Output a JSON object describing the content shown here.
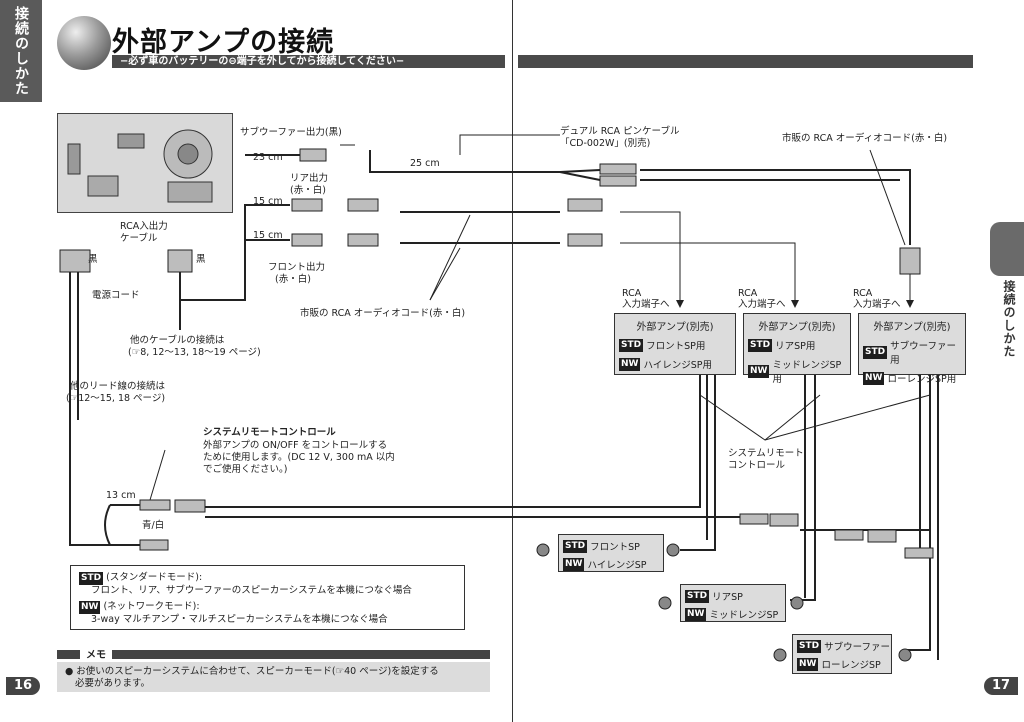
{
  "side_tab": "接続のしかた",
  "title": "外部アンプの接続",
  "subtitle": "−必ず車のバッテリーの⊖端子を外してから接続してください−",
  "labels": {
    "subwoofer_out": "サブウーファー出力(黒)",
    "len_23": "23 cm",
    "len_25": "25 cm",
    "rear_out_1": "リア出力",
    "rear_out_2": "(赤・白)",
    "len_15a": "15 cm",
    "len_15b": "15 cm",
    "front_out_1": "フロント出力",
    "front_out_2": "(赤・白)",
    "rca_io_1": "RCA入出力",
    "rca_io_2": "ケーブル",
    "black_1": "黒",
    "black_2": "黒",
    "power_cord": "電源コード",
    "other_cable_1": "他のケーブルの接続は",
    "other_cable_2": "(☞8, 12～13, 18～19 ページ)",
    "other_lead_1": "他のリード線の接続は",
    "other_lead_2": "(☞12～15, 18 ページ)",
    "dual_rca_1": "デュアル RCA ピンケーブル",
    "dual_rca_2": "「CD-002W」(別売)",
    "commercial_rca_top": "市販の RCA オーディオコード(赤・白)",
    "commercial_rca_mid": "市販の RCA オーディオコード(赤・白)",
    "rca_in_a_1": "RCA",
    "rca_in_a_2": "入力端子へ",
    "rca_in_b_1": "RCA",
    "rca_in_b_2": "入力端子へ",
    "rca_in_c_1": "RCA",
    "rca_in_c_2": "入力端子へ",
    "sys_remote_title": "システムリモートコントロール",
    "sys_remote_desc_1": "外部アンプの ON/OFF をコントロールする",
    "sys_remote_desc_2": "ために使用します。(DC 12 V, 300 mA 以内",
    "sys_remote_desc_3": "でご使用ください。)",
    "len_13": "13 cm",
    "blue_white": "青/白",
    "sys_remote_r_1": "システムリモート",
    "sys_remote_r_2": "コントロール"
  },
  "amps": [
    {
      "title": "外部アンプ(別売)",
      "std": "フロントSP用",
      "nw": "ハイレンジSP用"
    },
    {
      "title": "外部アンプ(別売)",
      "std": "リアSP用",
      "nw": "ミッドレンジSP用"
    },
    {
      "title": "外部アンプ(別売)",
      "std": "サブウーファー用",
      "nw": "ローレンジSP用"
    }
  ],
  "speakers": [
    {
      "std": "フロントSP",
      "nw": "ハイレンジSP"
    },
    {
      "std": "リアSP",
      "nw": "ミッドレンジSP"
    },
    {
      "std": "サブウーファー",
      "nw": "ローレンジSP"
    }
  ],
  "tags": {
    "std": "STD",
    "nw": "NW"
  },
  "mode": {
    "std_line1": "(スタンダードモード):",
    "std_line2": "フロント、リア、サブウーファーのスピーカーシステムを本機につなぐ場合",
    "nw_line1": "(ネットワークモード):",
    "nw_line2": "3-way マルチアンプ・マルチスピーカーシステムを本機につなぐ場合"
  },
  "memo": {
    "label": "メモ",
    "text_1": "● お使いのスピーカーシステムに合わせて、スピーカーモード(☞40 ページ)を設定する",
    "text_2": "必要があります。"
  },
  "page_left": "16",
  "page_right": "17"
}
